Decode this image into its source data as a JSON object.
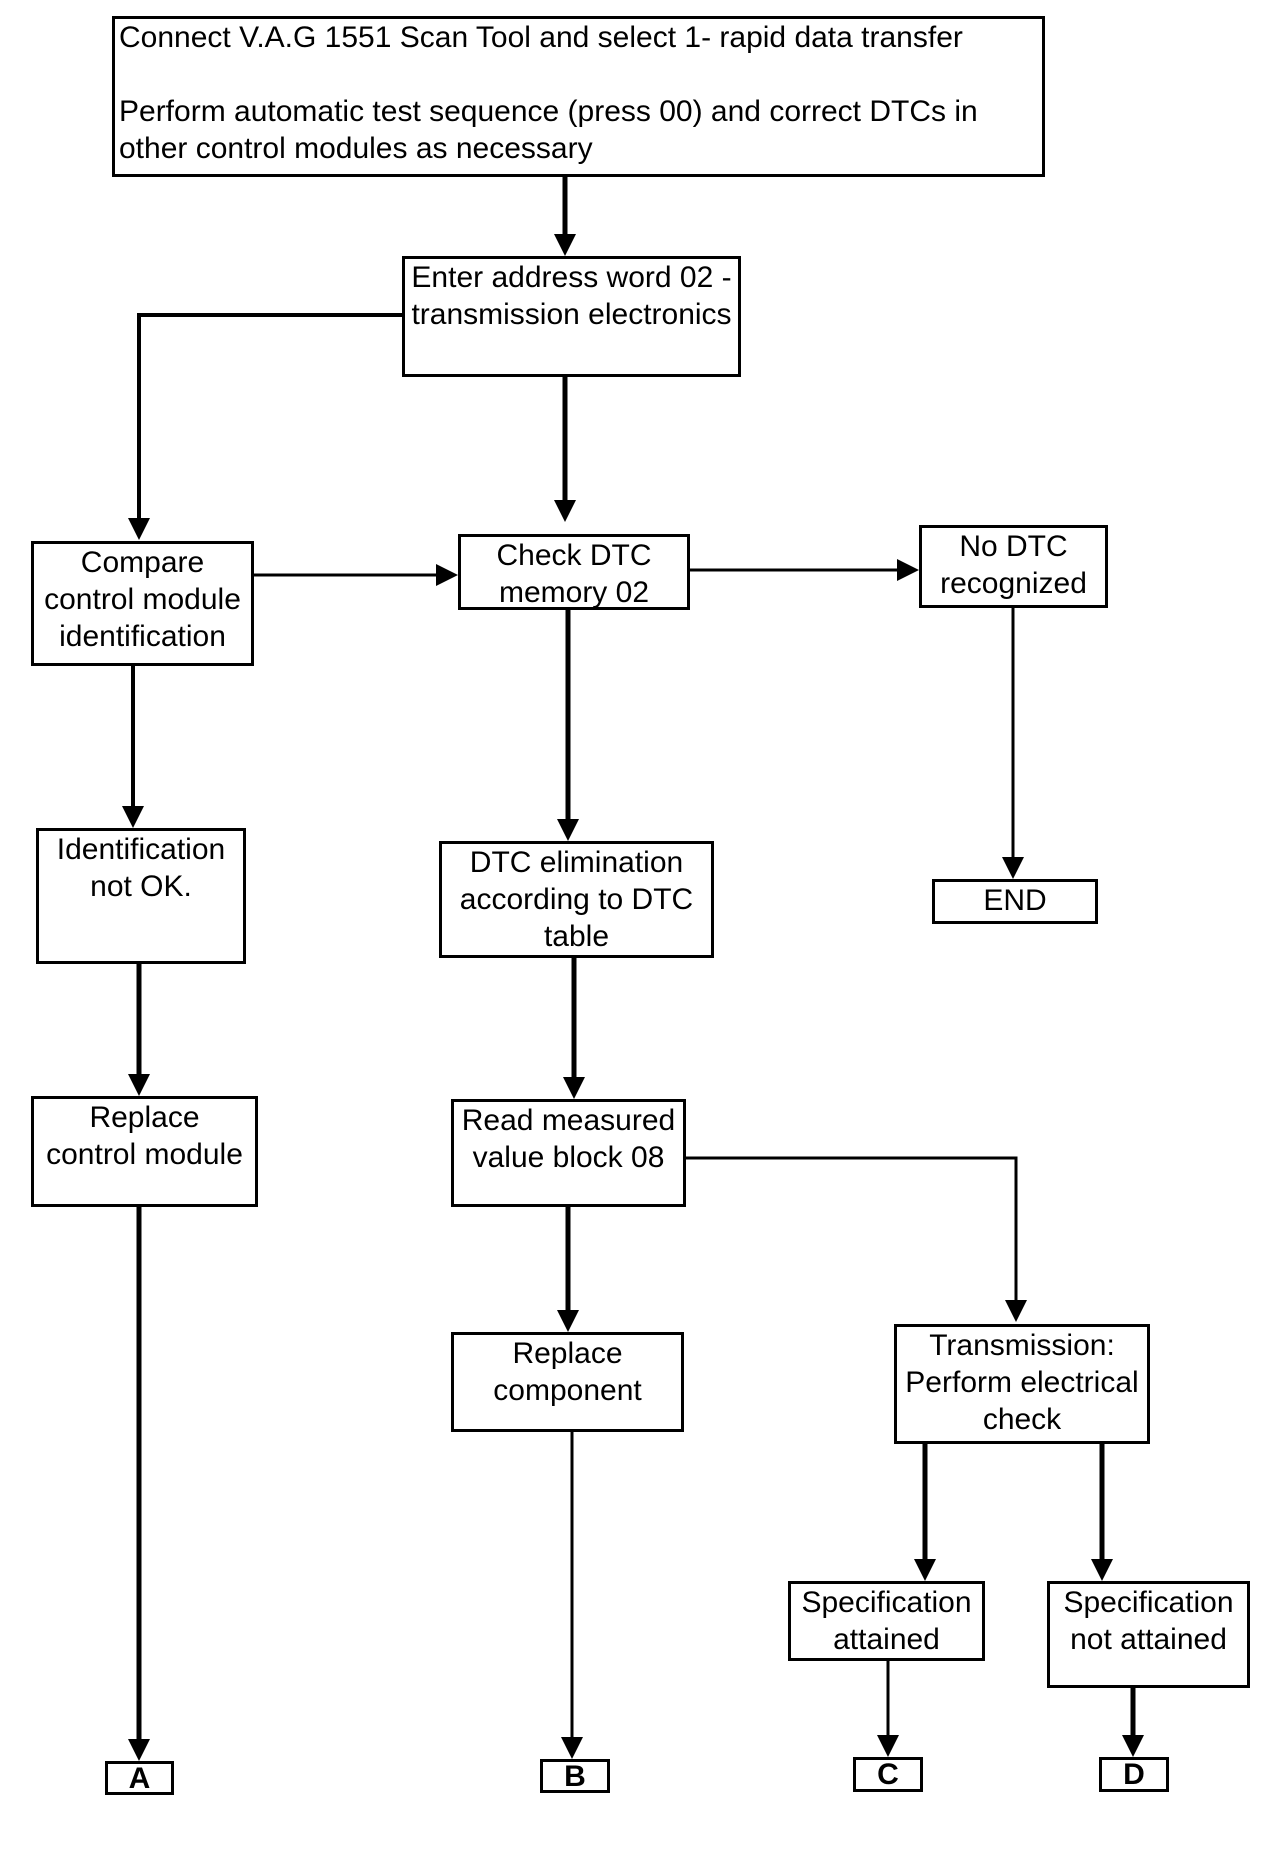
{
  "colors": {
    "line": "#000000",
    "background": "#ffffff"
  },
  "nodes": {
    "start": {
      "lines": [
        "Connect V.A.G 1551 Scan Tool and select 1- rapid data transfer",
        "Perform automatic test sequence (press 00) and correct DTCs in",
        "other control modules as necessary"
      ]
    },
    "enter_address": {
      "lines": [
        "Enter address word 02 -",
        "transmission electronics"
      ]
    },
    "compare_module": {
      "lines": [
        "Compare",
        "control module",
        "identification"
      ]
    },
    "check_dtc": {
      "lines": [
        "Check DTC",
        "memory 02"
      ]
    },
    "no_dtc": {
      "lines": [
        "No DTC",
        "recognized"
      ]
    },
    "identification_not_ok": {
      "lines": [
        "Identification",
        "not OK."
      ]
    },
    "dtc_elimination": {
      "lines": [
        "DTC elimination",
        "according to DTC",
        "table"
      ]
    },
    "end": {
      "lines": [
        "END"
      ]
    },
    "replace_control_module": {
      "lines": [
        "Replace",
        "control module"
      ]
    },
    "read_measured": {
      "lines": [
        "Read measured",
        "value block 08"
      ]
    },
    "replace_component": {
      "lines": [
        "Replace",
        "component"
      ]
    },
    "transmission_check": {
      "lines": [
        "Transmission:",
        "Perform electrical",
        "check"
      ]
    },
    "spec_attained": {
      "lines": [
        "Specification",
        "attained"
      ]
    },
    "spec_not_attained": {
      "lines": [
        "Specification",
        "not attained"
      ]
    }
  },
  "terminals": [
    "A",
    "B",
    "C",
    "D"
  ]
}
